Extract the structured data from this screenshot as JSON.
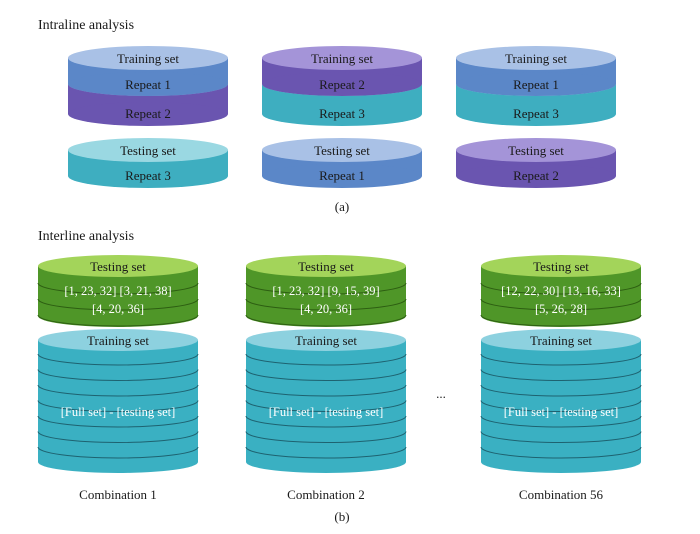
{
  "intraline": {
    "title": "Intraline analysis",
    "caption": "(a)",
    "stacks": [
      {
        "training_label": "Training set",
        "training_repeats": [
          "Repeat 1",
          "Repeat 2"
        ],
        "testing_label": "Testing set",
        "testing_repeat": "Repeat 3"
      },
      {
        "training_label": "Training set",
        "training_repeats": [
          "Repeat 2",
          "Repeat 3"
        ],
        "testing_label": "Testing set",
        "testing_repeat": "Repeat 1"
      },
      {
        "training_label": "Training set",
        "training_repeats": [
          "Repeat 1",
          "Repeat 3"
        ],
        "testing_label": "Testing set",
        "testing_repeat": "Repeat 2"
      }
    ]
  },
  "interline": {
    "title": "Interline analysis",
    "caption": "(b)",
    "ellipsis": "...",
    "combinations": [
      {
        "testing_label": "Testing set",
        "testing_sets_line1": "[1, 23, 32] [3, 21, 38]",
        "testing_sets_line2": "[4, 20, 36]",
        "training_label": "Training set",
        "training_body": "[Full set] - [testing set]",
        "name": "Combination 1"
      },
      {
        "testing_label": "Testing set",
        "testing_sets_line1": "[1, 23, 32] [9, 15, 39]",
        "testing_sets_line2": "[4, 20, 36]",
        "training_label": "Training set",
        "training_body": "[Full set] - [testing set]",
        "name": "Combination 2"
      },
      {
        "testing_label": "Testing set",
        "testing_sets_line1": "[12, 22, 30] [13, 16, 33]",
        "testing_sets_line2": "[5, 26, 28]",
        "training_label": "Training set",
        "training_body": "[Full set] - [testing set]",
        "name": "Combination 56"
      }
    ]
  },
  "colors": {
    "repeat1_side": "#5b87c8",
    "repeat1_top": "#a9c1e6",
    "repeat2_side": "#6a55b0",
    "repeat2_top": "#a494d8",
    "repeat3_side": "#3eaec0",
    "repeat3_top": "#9ad8e2",
    "green_side": "#4f9628",
    "green_top": "#a3d45a",
    "teal_side": "#3ab0c2",
    "teal_top": "#8dd1df"
  }
}
